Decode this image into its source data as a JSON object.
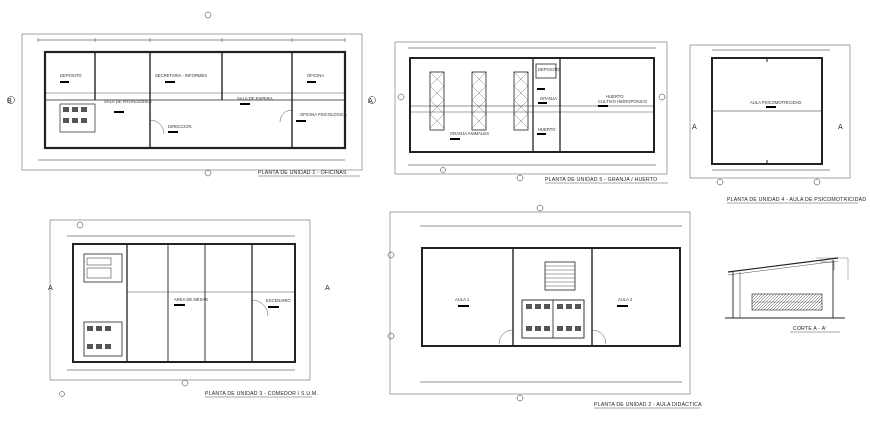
{
  "sheet": {
    "plans": [
      {
        "title": "PLANTA DE UNIDAD 1 - OFICINAS",
        "rooms": [
          "DEPOSITO",
          "SECRETARIA - INFORMES",
          "OFICINA",
          "SALA DE PROFESORES",
          "SALA DE ESPERA",
          "DIRECCION",
          "OFICINA PSICOLOGICA"
        ],
        "grid_left": "B",
        "grid_right": "A"
      },
      {
        "title": "PLANTA DE UNIDAD 5 - GRANJA / HUERTO",
        "rooms": [
          "DEPOSITO",
          "GRANJA",
          "HUERTO",
          "CULTIVO HIDROPONICO",
          "GRANJA ANIMALES",
          "HUERTO"
        ]
      },
      {
        "title": "PLANTA DE UNIDAD 4 - AULA DE PSICOMOTRICIDAD",
        "rooms": [
          "AULA PSICOMOTRICIDAD"
        ],
        "grid_left": "A",
        "grid_right": "A"
      },
      {
        "title": "PLANTA DE UNIDAD 3 - COMEDOR / S.U.M.",
        "rooms": [
          "AREA DE MESAS",
          "ESCENARIO"
        ],
        "grid_left": "A",
        "grid_right": "A"
      },
      {
        "title": "PLANTA DE UNIDAD 2 - AULA DIDÁCTICA",
        "rooms": [
          "AULA 1",
          "AULA 2"
        ]
      }
    ],
    "section": {
      "title": "CORTE A - A'"
    }
  }
}
